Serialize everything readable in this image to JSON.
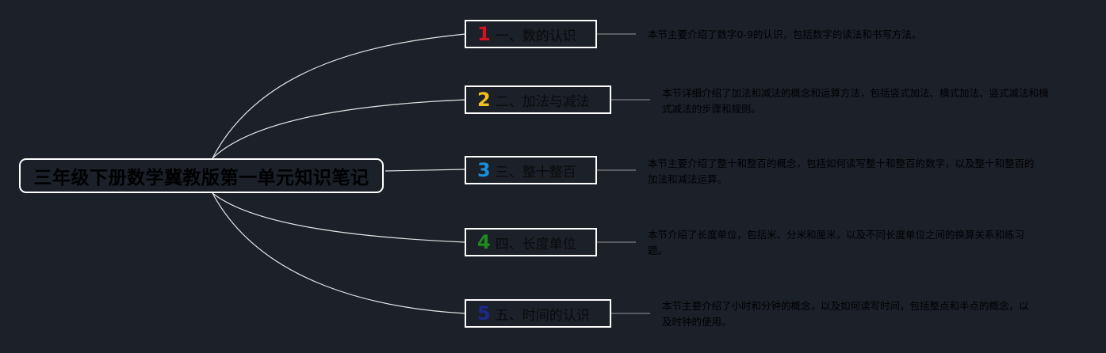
{
  "root": {
    "title": "三年级下册数学冀教版第一单元知识笔记"
  },
  "branches": [
    {
      "number": "1",
      "label": "一、数的认识",
      "color": "#d41224",
      "description": "本节主要介绍了数字0-9的认识，包括数字的读法和书写方法。"
    },
    {
      "number": "2",
      "label": "二、加法与减法",
      "color": "#f2c01c",
      "description": "本节详细介绍了加法和减法的概念和运算方法，包括竖式加法、横式加法、竖式减法和横式减法的步骤和规则。"
    },
    {
      "number": "3",
      "label": "三、整十整百",
      "color": "#1890d8",
      "description": "本节主要介绍了整十和整百的概念，包括如何读写整十和整百的数字，以及整十和整百的加法和减法运算。"
    },
    {
      "number": "4",
      "label": "四、长度单位",
      "color": "#1f8a1f",
      "description": "本节介绍了长度单位，包括米、分米和厘米，以及不同长度单位之间的换算关系和练习题。"
    },
    {
      "number": "5",
      "label": "五、时间的认识",
      "color": "#1c2a8a",
      "description": "本节主要介绍了小时和分钟的概念，以及如何读写时间，包括整点和半点的概念，以及时钟的使用。"
    }
  ]
}
